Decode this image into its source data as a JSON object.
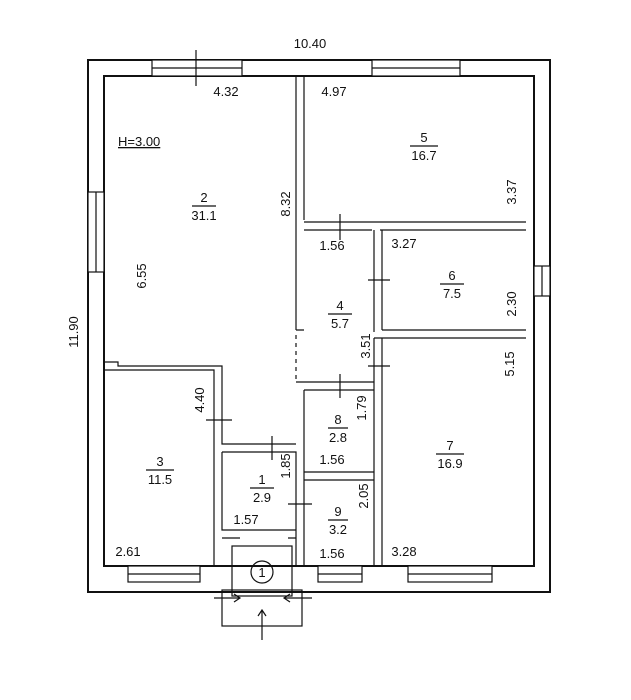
{
  "plan": {
    "overall_width": "10.40",
    "overall_height": "11.90",
    "ceiling_height": "H=3.00",
    "rooms": [
      {
        "number": "2",
        "area": "31.1"
      },
      {
        "number": "5",
        "area": "16.7"
      },
      {
        "number": "6",
        "area": "7.5"
      },
      {
        "number": "4",
        "area": "5.7"
      },
      {
        "number": "3",
        "area": "11.5"
      },
      {
        "number": "8",
        "area": "2.8"
      },
      {
        "number": "7",
        "area": "16.9"
      },
      {
        "number": "1",
        "area": "2.9"
      },
      {
        "number": "9",
        "area": "3.2"
      }
    ],
    "dimensions": {
      "d_4_32": "4.32",
      "d_4_97": "4.97",
      "d_8_32": "8.32",
      "d_6_55": "6.55",
      "d_3_37": "3.37",
      "d_1_56_a": "1.56",
      "d_3_27": "3.27",
      "d_2_30": "2.30",
      "d_3_51": "3.51",
      "d_5_15": "5.15",
      "d_4_40": "4.40",
      "d_1_79": "1.79",
      "d_1_56_b": "1.56",
      "d_1_85": "1.85",
      "d_2_05": "2.05",
      "d_1_57": "1.57",
      "d_2_61": "2.61",
      "d_1_56_c": "1.56",
      "d_3_28": "3.28"
    },
    "entrance_marker": "1"
  }
}
